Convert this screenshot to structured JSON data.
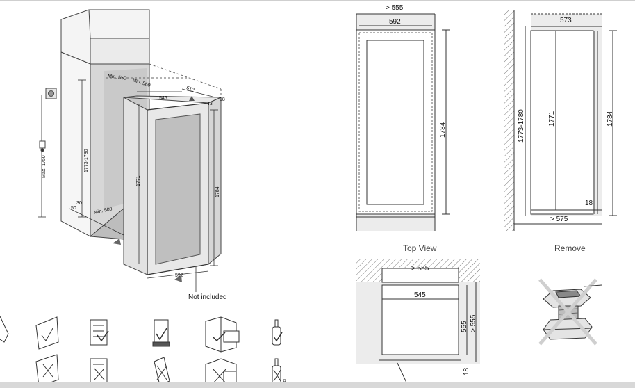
{
  "iso": {
    "min_depth": "Min. 550",
    "min_width": "Min. 560",
    "w545": "545",
    "d512": "512",
    "d18": "18",
    "d43": "43",
    "h1773": "1773-1780",
    "h1771": "1771",
    "h1784": "1784",
    "max1750": "Max. 1750",
    "vent": "Min. 500",
    "v50": "50",
    "v30": "30",
    "w592": "592",
    "not_included": "Not included"
  },
  "front": {
    "gt555": "> 555",
    "w592": "592",
    "h1784": "1784"
  },
  "side": {
    "d573": "573",
    "h1773": "1773-1780",
    "h1771": "1771",
    "h1784": "1784",
    "d18": "18",
    "gt575": "> 575"
  },
  "captions": {
    "top_view": "Top View",
    "remove": "Remove"
  },
  "top": {
    "gt555": "> 555",
    "w545": "545",
    "d555": "555",
    "dgt555": "> 555",
    "d18": "18"
  },
  "icons": [
    {
      "name": "manual-ok-icon"
    },
    {
      "name": "shelf-ok-icon"
    },
    {
      "name": "door-ok-icon"
    },
    {
      "name": "oven-ok-icon"
    },
    {
      "name": "bottle-ok-icon"
    },
    {
      "name": "manual-no-icon"
    },
    {
      "name": "shelf-no-icon"
    },
    {
      "name": "door-no-icon"
    },
    {
      "name": "oven-no-icon"
    },
    {
      "name": "bottle-no-icon"
    }
  ]
}
